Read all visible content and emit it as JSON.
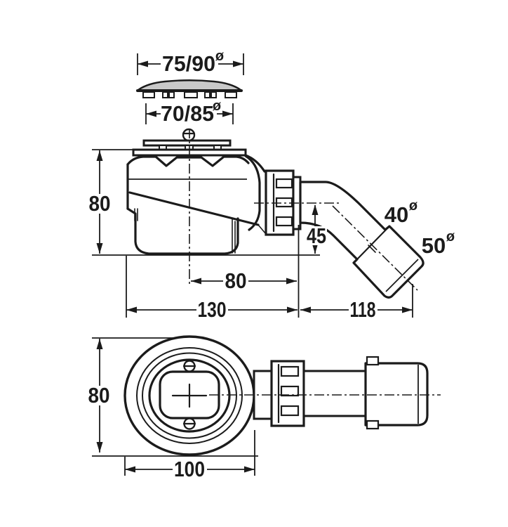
{
  "drawing": {
    "dims": {
      "d75": {
        "v": "75/90",
        "sym": "ø"
      },
      "d70": {
        "v": "70/85",
        "sym": "ø"
      },
      "h80side": {
        "v": "80"
      },
      "v45": {
        "v": "45"
      },
      "d40": {
        "v": "40",
        "sym": "ø"
      },
      "d50": {
        "v": "50",
        "sym": "ø"
      },
      "w80": {
        "v": "80"
      },
      "w130": {
        "v": "130"
      },
      "w118": {
        "v": "118"
      },
      "h80plan": {
        "v": "80"
      },
      "w100": {
        "v": "100"
      }
    },
    "colors": {
      "line": "#1b1b1b",
      "fill_dome": "#c9c9c9",
      "background": "#ffffff"
    }
  }
}
